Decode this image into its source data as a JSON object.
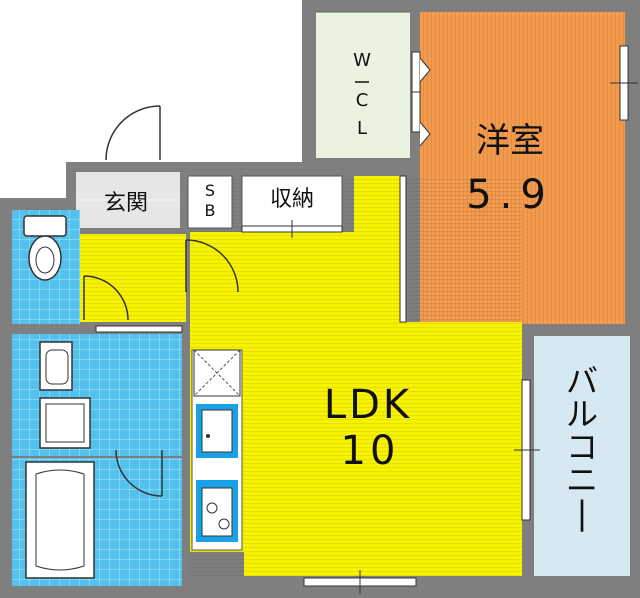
{
  "rooms": {
    "western_room": {
      "name": "洋室",
      "size": "5.9"
    },
    "ldk": {
      "name": "LDK",
      "size": "10"
    },
    "balcony": {
      "name": "バルコニー"
    },
    "walk_in_closet": {
      "line1": "W",
      "line2": "C",
      "line3": "L"
    },
    "entrance": {
      "name": "玄関"
    },
    "shoe_box": {
      "line1": "S",
      "line2": "B"
    },
    "storage": {
      "name": "収納"
    }
  },
  "colors": {
    "wall": "#7f7f7f",
    "ldk_floor": "#f7f300",
    "western_floor": "#f39a4c",
    "wet_area": "#52c1ee",
    "balcony": "#d6e9f3",
    "closet": "#eaf3df",
    "storage": "#ffffff",
    "sink": "#1aa0e6"
  },
  "icons": [
    "toilet-icon",
    "washbasin-icon",
    "washing-machine-icon",
    "bathtub-icon",
    "fridge-icon",
    "kitchen-sink-icon",
    "gas-stove-icon",
    "door-swing-icon",
    "window-icon"
  ]
}
